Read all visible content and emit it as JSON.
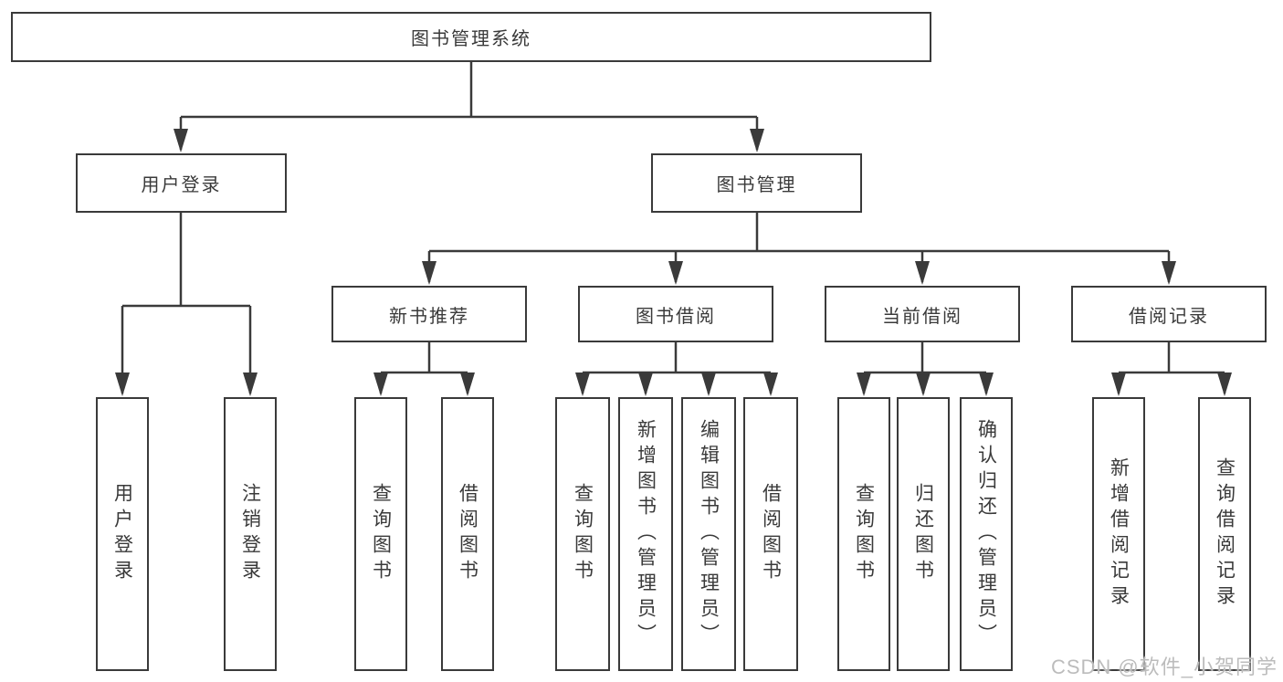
{
  "diagram": {
    "type": "function-structure-tree",
    "root": {
      "label": "图书管理系统"
    },
    "branches": [
      {
        "label": "用户登录",
        "children": [
          {
            "label": "用户登录"
          },
          {
            "label": "注销登录"
          }
        ]
      },
      {
        "label": "图书管理",
        "children": [
          {
            "label": "新书推荐",
            "children": [
              {
                "label": "查询图书"
              },
              {
                "label": "借阅图书"
              }
            ]
          },
          {
            "label": "图书借阅",
            "children": [
              {
                "label": "查询图书"
              },
              {
                "label": "新增图书（管理员）"
              },
              {
                "label": "编辑图书（管理员）"
              },
              {
                "label": "借阅图书"
              }
            ]
          },
          {
            "label": "当前借阅",
            "children": [
              {
                "label": "查询图书"
              },
              {
                "label": "归还图书"
              },
              {
                "label": "确认归还（管理员）"
              }
            ]
          },
          {
            "label": "借阅记录",
            "children": [
              {
                "label": "新增借阅记录"
              },
              {
                "label": "查询借阅记录"
              }
            ]
          }
        ]
      }
    ]
  },
  "watermark": {
    "text": "CSDN @软件_小贺同学"
  },
  "colors": {
    "line": "#3a3a3a",
    "text": "#3a3a3a",
    "background": "#ffffff",
    "watermark": "#bcbcbc"
  }
}
